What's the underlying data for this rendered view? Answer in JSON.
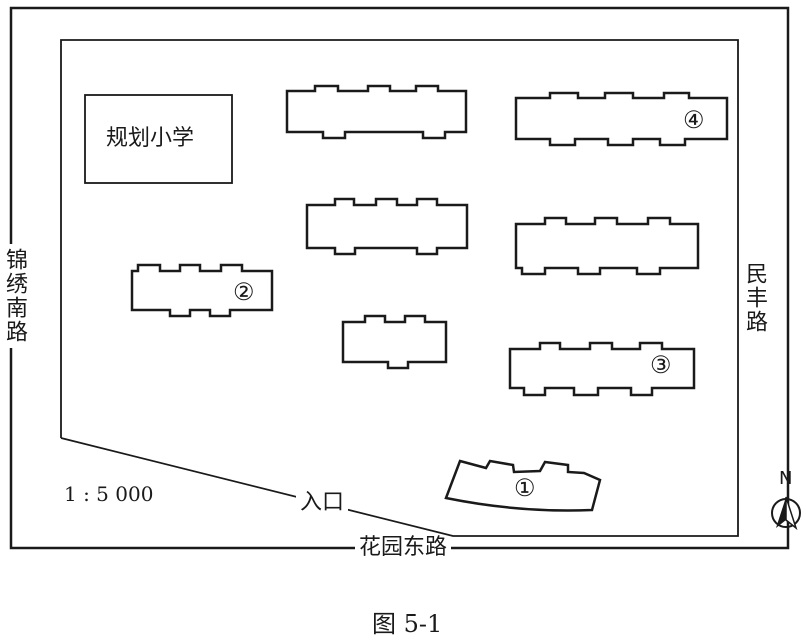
{
  "roads": {
    "west": "锦绣南路",
    "east": "民丰路",
    "south": "花园东路"
  },
  "entrance_label": "入口",
  "school_label": "规划小学",
  "scale": "1 : 5 000",
  "north_label": "N",
  "figure_caption": "图 5-1",
  "building_labels": [
    "①",
    "②",
    "③",
    "④"
  ]
}
